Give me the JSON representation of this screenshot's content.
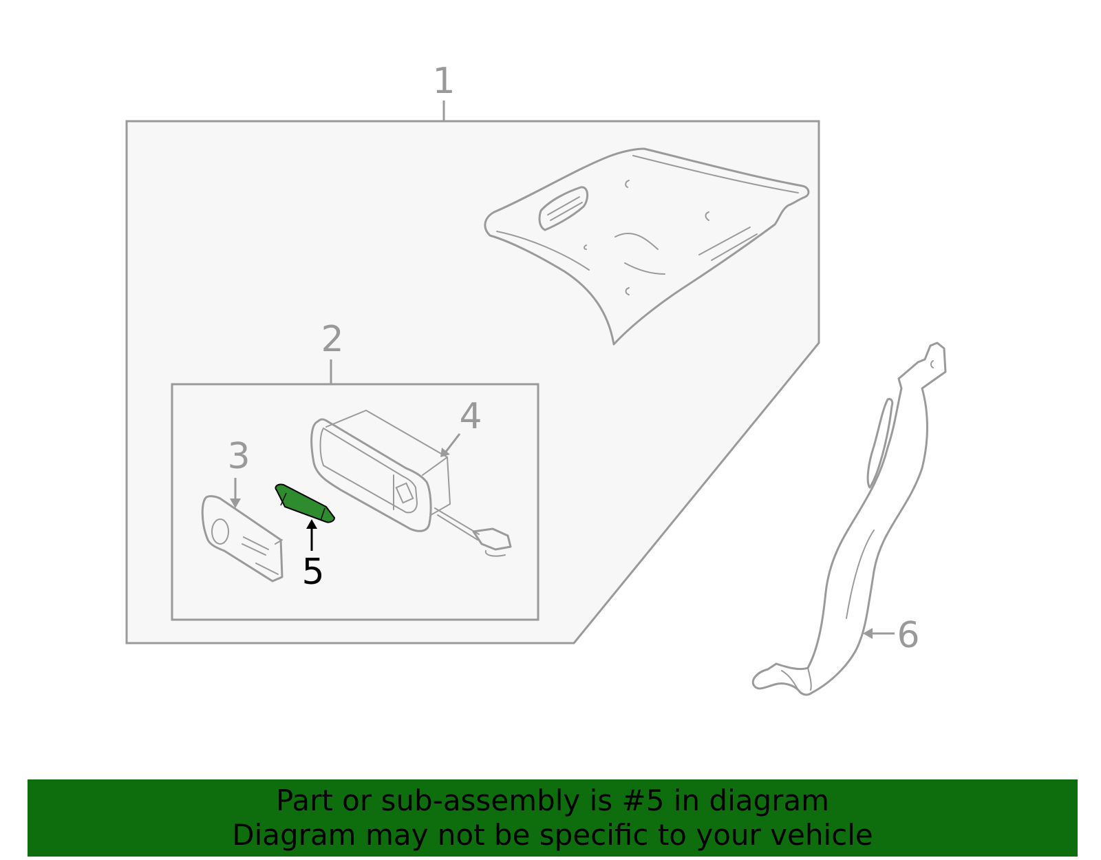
{
  "callouts": {
    "c1": "1",
    "c2": "2",
    "c3": "3",
    "c4": "4",
    "c5": "5",
    "c6": "6"
  },
  "highlighted_part": "5",
  "colors": {
    "highlight_part": "#2e8b2e",
    "banner_background": "#0e6e0e",
    "outline": "#9a9a9a",
    "panel_fill": "#f7f7f7"
  },
  "banner": {
    "line1": "Part or sub-assembly is #5 in diagram",
    "line2": "Diagram may not be specific to your vehicle"
  }
}
